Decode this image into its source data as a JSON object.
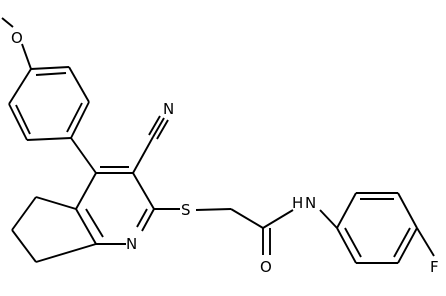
{
  "molecule": {
    "atoms": {
      "methoxy_o": "O",
      "nitrile_n": "N",
      "thio_s": "S",
      "pyridine_n": "N",
      "amide_nh": "N",
      "amide_h": "H",
      "carbonyl_o": "O",
      "fluorine": "F"
    }
  },
  "colors": {
    "bond": "#000000",
    "label": "#000000",
    "background": "#ffffff"
  }
}
